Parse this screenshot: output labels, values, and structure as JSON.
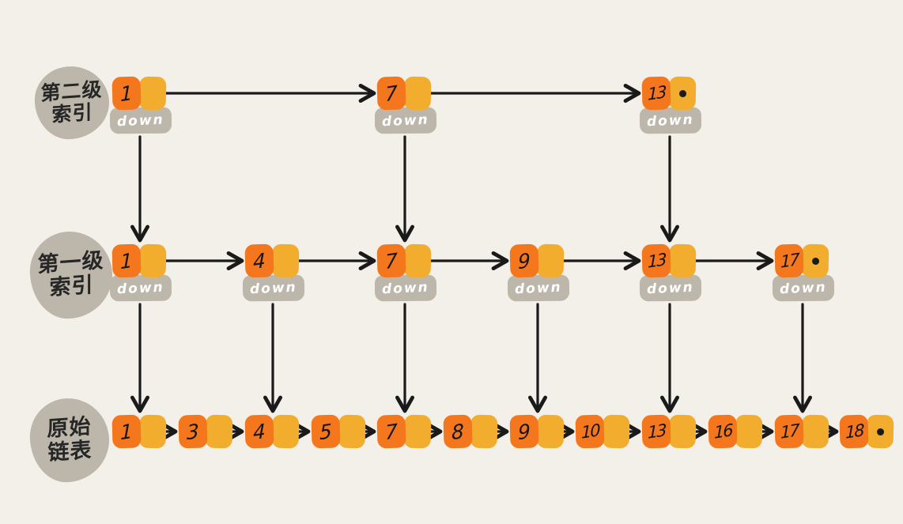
{
  "diagram_type": "skip-list",
  "down_label": "down",
  "colors": {
    "background": "#F2F0E9",
    "node_value_box": "#F5771D",
    "node_pointer_box": "#F2AC2E",
    "down_bg": "#BCB6AB",
    "down_text": "#FFFFFF",
    "label_bg": "#BCB6AB",
    "label_text": "#262626",
    "arrow": "#1A1A1A",
    "number": "#151515"
  },
  "levels": [
    {
      "name": "second-level-index",
      "label": "第二级索引",
      "label_lines": [
        "第二级",
        "索引"
      ],
      "nodes": [
        {
          "value": "1"
        },
        {
          "value": "7"
        },
        {
          "value": "13",
          "null_pointer": true
        }
      ]
    },
    {
      "name": "first-level-index",
      "label": "第一级索引",
      "label_lines": [
        "第一级",
        "索引"
      ],
      "nodes": [
        {
          "value": "1"
        },
        {
          "value": "4"
        },
        {
          "value": "7"
        },
        {
          "value": "9"
        },
        {
          "value": "13"
        },
        {
          "value": "17",
          "null_pointer": true
        }
      ]
    },
    {
      "name": "original-linked-list",
      "label": "原始链表",
      "label_lines": [
        "原始",
        "链表"
      ],
      "nodes": [
        {
          "value": "1"
        },
        {
          "value": "3"
        },
        {
          "value": "4"
        },
        {
          "value": "5"
        },
        {
          "value": "7"
        },
        {
          "value": "8"
        },
        {
          "value": "9"
        },
        {
          "value": "10"
        },
        {
          "value": "13"
        },
        {
          "value": "16"
        },
        {
          "value": "17"
        },
        {
          "value": "18",
          "null_pointer": true
        }
      ]
    }
  ]
}
